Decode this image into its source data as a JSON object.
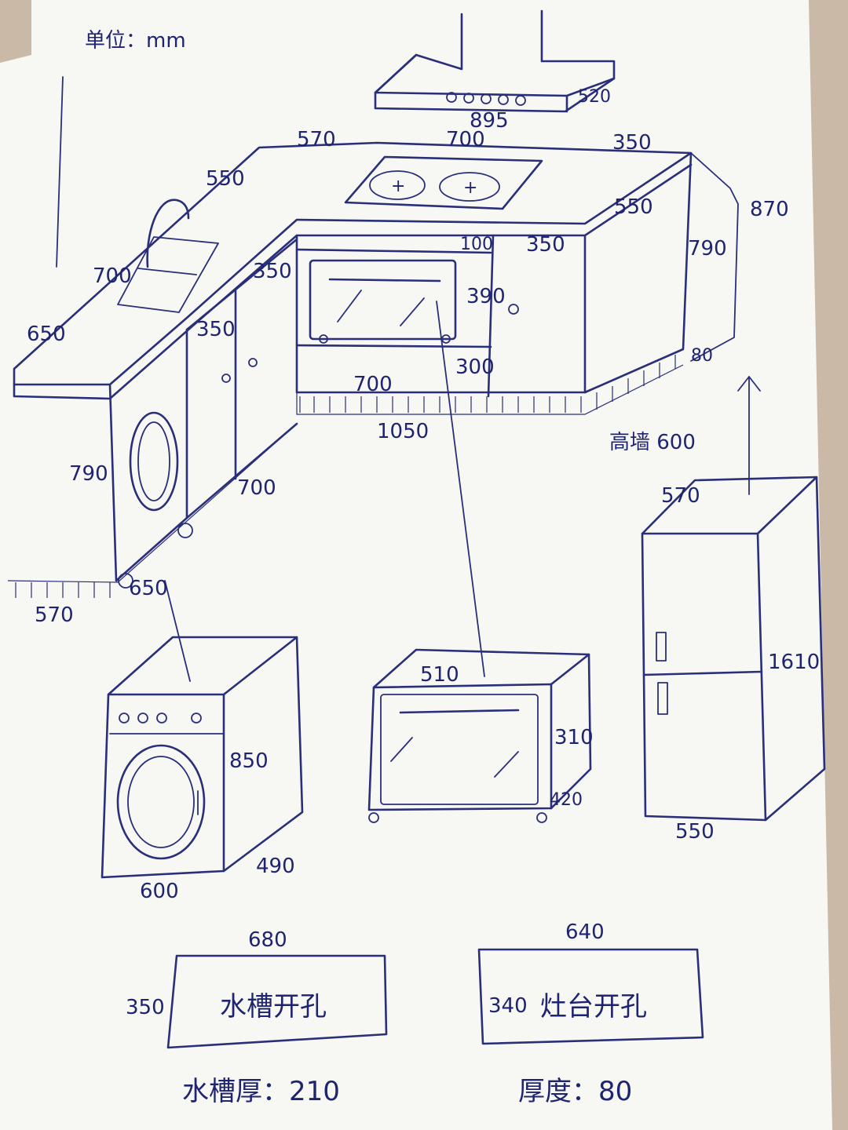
{
  "unit_label": "单位：mm",
  "hood": {
    "width": "895",
    "depth": "520"
  },
  "counter": {
    "top_570": "570",
    "top_700": "700",
    "top_350": "350",
    "depth_550_left": "550",
    "depth_550_right": "550",
    "sink_700": "700",
    "left_650": "650",
    "height_870": "870",
    "height_790_right": "790",
    "drawer_100": "100",
    "door_350_right": "350",
    "oven_390": "390",
    "bottom_300": "300",
    "base_80": "80",
    "front_700": "700",
    "run_1050": "1050",
    "high_wall": "高墙 600",
    "cab_350_a": "350",
    "cab_350_b": "350",
    "height_790_left": "790",
    "washer_700": "700",
    "washer_650": "650",
    "base_570": "570"
  },
  "washer": {
    "height": "850",
    "depth": "490",
    "width": "600"
  },
  "oven": {
    "width": "510",
    "height": "310",
    "depth": "420"
  },
  "fridge": {
    "width_top": "570",
    "height": "1610",
    "width_bottom": "550"
  },
  "sink_cutout": {
    "width": "680",
    "height": "350",
    "label": "水槽开孔",
    "note": "水槽厚：210"
  },
  "stove_cutout": {
    "width": "640",
    "height": "340",
    "label": "灶台开孔",
    "note": "厚度：80"
  },
  "colors": {
    "ink": "#2a2f7a",
    "paper": "#f7f7f3",
    "table": "#c9b9a6"
  }
}
